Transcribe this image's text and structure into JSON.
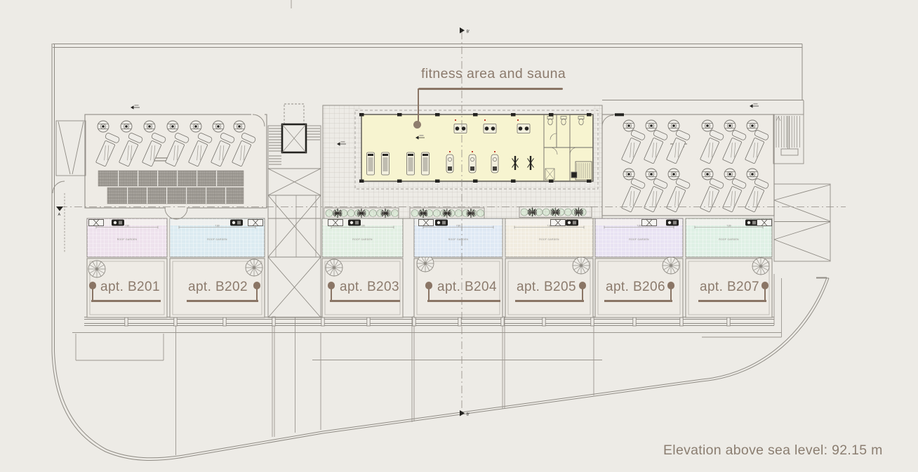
{
  "callout": {
    "fitness_label": "fitness area and sauna"
  },
  "apartments": [
    {
      "label": "apt. B201"
    },
    {
      "label": "apt. B202"
    },
    {
      "label": "apt. B203"
    },
    {
      "label": "apt. B204"
    },
    {
      "label": "apt. B205"
    },
    {
      "label": "apt. B206"
    },
    {
      "label": "apt. B207"
    }
  ],
  "elevation_note": "Elevation above sea level: 92.15 m",
  "sections": {
    "b_top": "B'",
    "b_bottom": "B'",
    "a_left": "A"
  },
  "labels": {
    "roof_garden": "ROOF GARDEN",
    "dim": "7.80"
  },
  "colors": {
    "background": "#edebe6",
    "line": "#8f8b84",
    "accent_text": "#8c7b6d",
    "leader": "#8a7565",
    "fitness_fill": "#f7f4d0",
    "gardens": {
      "b201": "#eee2ed",
      "b202": "#dcebf1",
      "b203": "#e2efe3",
      "b204": "#dfe9f4",
      "b205": "#f1ece0",
      "b206": "#e9e3f3",
      "b207": "#dff0e5"
    },
    "plant_circle": "#dcead8"
  }
}
